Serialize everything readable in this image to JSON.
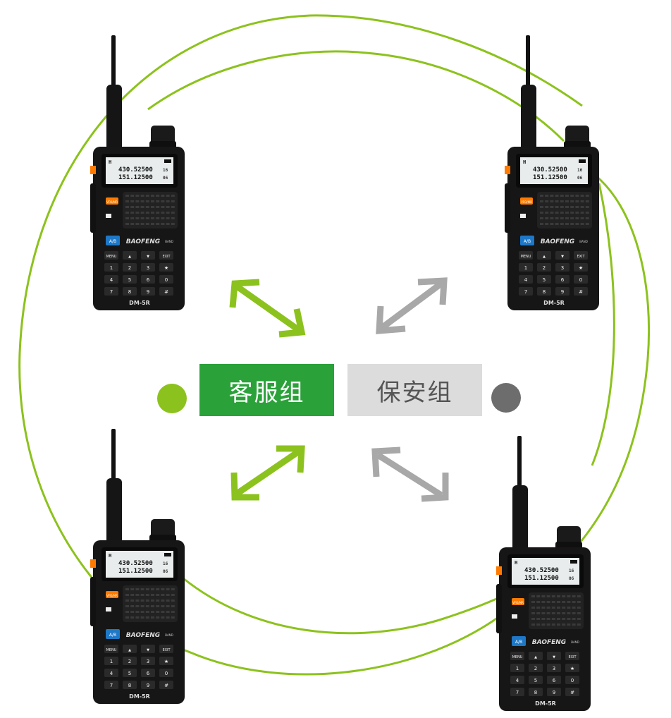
{
  "groups": {
    "left": {
      "label": "客服组",
      "color": "#2ba13a"
    },
    "right": {
      "label": "保安组",
      "color": "#dcdcdc",
      "text_color": "#555555"
    }
  },
  "dots": {
    "left_color": "#8cc21d",
    "right_color": "#6d6d6d"
  },
  "colors": {
    "circle": "#8cc21d",
    "arrow_green": "#8cc21d",
    "arrow_gray": "#a8a8a8"
  },
  "radio": {
    "brand": "BAOFENG",
    "model": "DM-5R",
    "freq1": "430.52500",
    "freq2": "151.12500",
    "ch1": "16",
    "ch2": "06",
    "signal": "H",
    "keys": {
      "vfo": "VFO/MR",
      "ab": "A/B",
      "band": "BAND",
      "menu": "MENU",
      "exit": "EXIT",
      "up": "▲",
      "down": "▼",
      "digits": [
        "1",
        "2",
        "3",
        "★",
        "4",
        "5",
        "6",
        "0",
        "7",
        "8",
        "9",
        "#"
      ]
    }
  }
}
